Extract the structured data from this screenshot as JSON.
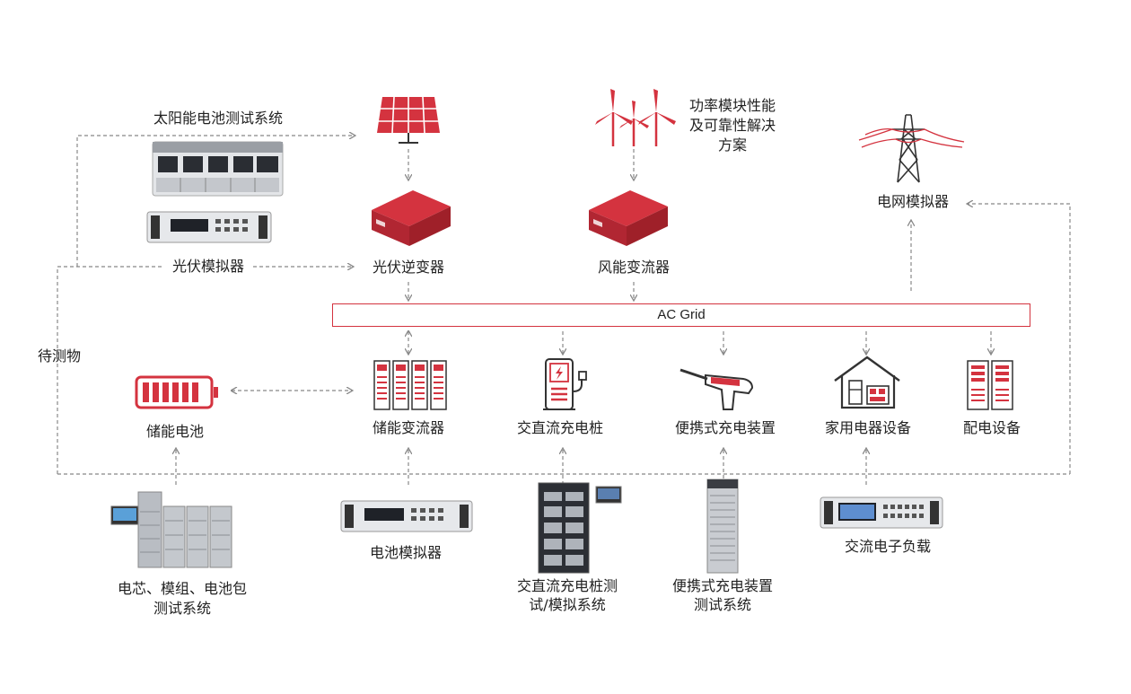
{
  "colors": {
    "accent": "#d4333f",
    "accent_dark": "#9f2029",
    "line": "#888888",
    "device_gray": "#cfd2d6"
  },
  "labels": {
    "solar_test_system": "太阳能电池测试系统",
    "pv_simulator": "光伏模拟器",
    "pv_inverter": "光伏逆变器",
    "wind_converter": "风能变流器",
    "power_module_line1": "功率模块性能",
    "power_module_line2": "及可靠性解决",
    "power_module_line3": "方案",
    "grid_simulator": "电网模拟器",
    "ac_grid": "AC Grid",
    "dut": "待测物",
    "energy_storage_battery": "储能电池",
    "energy_storage_converter": "储能变流器",
    "acdc_charging_pile": "交直流充电桩",
    "portable_charger": "便携式充电装置",
    "home_appliance": "家用电器设备",
    "power_distribution": "配电设备",
    "battery_test_line1": "电芯、模组、电池包",
    "battery_test_line2": "测试系统",
    "battery_simulator": "电池模拟器",
    "charging_pile_test_line1": "交直流充电桩测",
    "charging_pile_test_line2": "试/模拟系统",
    "portable_test_line1": "便携式充电装置",
    "portable_test_line2": "测试系统",
    "ac_load": "交流电子负载"
  },
  "icons": [
    "solar-panel-icon",
    "wind-turbine-icon",
    "transmission-tower-icon",
    "inverter-box-icon",
    "battery-icon",
    "battery-rack-icon",
    "charging-pile-icon",
    "charging-gun-icon",
    "house-appliance-icon",
    "distribution-cabinet-icon"
  ]
}
